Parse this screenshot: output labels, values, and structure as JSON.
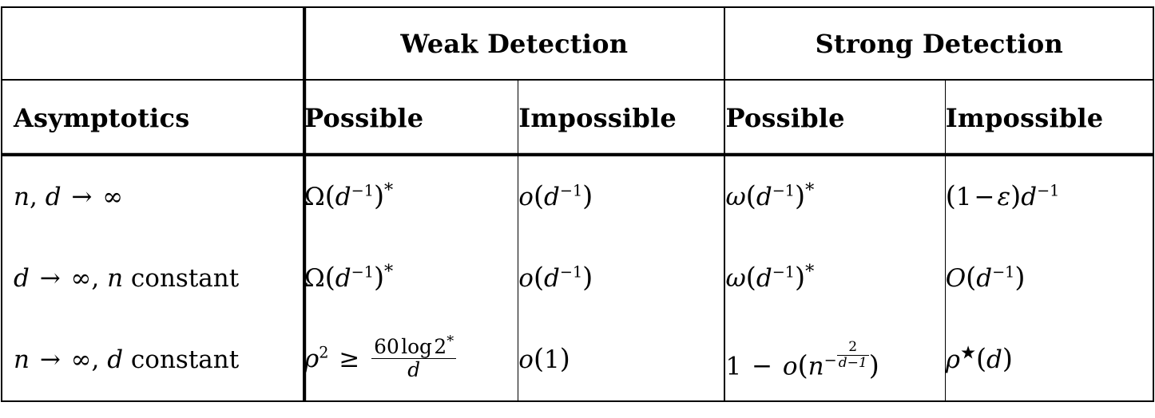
{
  "table": {
    "group_headers": {
      "asymptotics_blank": "",
      "weak_detection": "Weak Detection",
      "strong_detection": "Strong Detection"
    },
    "column_headers": {
      "asymptotics": "Asymptotics",
      "weak_possible": "Possible",
      "weak_impossible": "Impossible",
      "strong_possible": "Possible",
      "strong_impossible": "Impossible"
    },
    "rows": [
      {
        "asymptotics": "n, d → ∞",
        "weak_possible": "Ω(d⁻¹)*",
        "weak_impossible": "o(d⁻¹)",
        "strong_possible": "ω(d⁻¹)*",
        "strong_impossible": "(1 − ε)d⁻¹"
      },
      {
        "asymptotics": "d → ∞, n constant",
        "weak_possible": "Ω(d⁻¹)*",
        "weak_impossible": "o(d⁻¹)",
        "strong_possible": "ω(d⁻¹)*",
        "strong_impossible": "O(d⁻¹)"
      },
      {
        "asymptotics": "n → ∞, d constant",
        "weak_possible": "ρ² ≥ 60 log 2 / d *",
        "weak_impossible": "o(1)",
        "strong_possible": "1 − o(n^(−2/(d−1)))",
        "strong_impossible": "ρ★(d)"
      }
    ],
    "math_tokens": {
      "rho": "ρ",
      "omega_upper": "Ω",
      "omega_lower": "ω",
      "epsilon": "ε",
      "infinity": "∞",
      "arrow_right": "→",
      "geq": "≥",
      "minus": "−",
      "star_sup": "*",
      "star_glyph": "★",
      "var_n": "n",
      "var_d": "d",
      "constant_word": "constant",
      "log_word": "log",
      "num_60": "60",
      "num_2": "2",
      "num_1": "1",
      "big_o": "O",
      "little_o": "o",
      "exp_minus_one": "−1",
      "frac_num_2": "2",
      "frac_den_dm1": "d−1"
    }
  },
  "colors": {
    "rule": "#000000",
    "background": "#ffffff",
    "text": "#000000"
  }
}
